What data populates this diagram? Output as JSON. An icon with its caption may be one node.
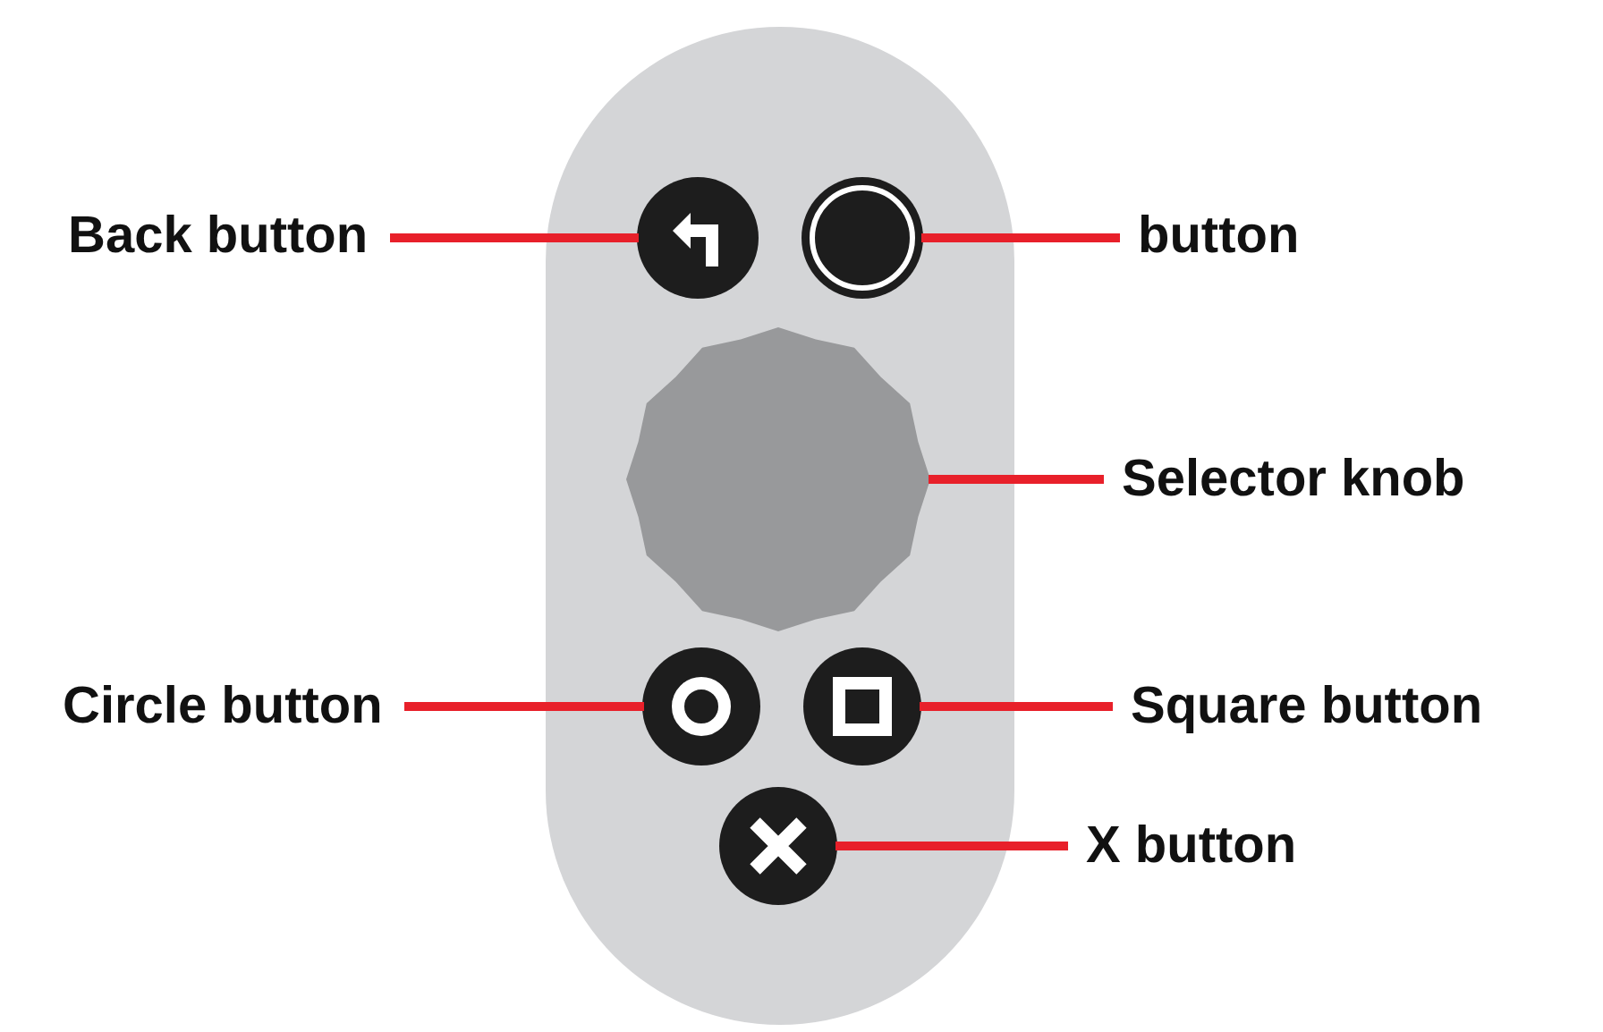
{
  "diagram": {
    "nodes": [
      {
        "text": [
          "Back button"
        ]
      },
      {
        "text": [
          "button"
        ]
      },
      {
        "text": [
          "Selector knob"
        ]
      },
      {
        "text": [
          "Circle button"
        ]
      },
      {
        "text": [
          "Square button"
        ]
      },
      {
        "text": [
          "X button"
        ]
      },
      {
        "text": [],
        "shape": "circle"
      },
      {
        "text": [],
        "shape": "circle"
      },
      {
        "text": [],
        "shape": "circle"
      },
      {
        "text": [],
        "shape": "circle"
      },
      {
        "text": [],
        "shape": "circle"
      },
      {
        "text": [],
        "shape": "circle"
      }
    ],
    "edges": [
      {
        "from": 0,
        "to": 6,
        "arrow": "none"
      },
      {
        "from": 1,
        "to": 7,
        "arrow": "none"
      },
      {
        "from": 2,
        "to": 8,
        "arrow": "none"
      },
      {
        "from": 3,
        "to": 9,
        "arrow": "none"
      },
      {
        "from": 4,
        "to": 10,
        "arrow": "none"
      },
      {
        "from": 5,
        "to": 11,
        "arrow": "none"
      }
    ]
  }
}
